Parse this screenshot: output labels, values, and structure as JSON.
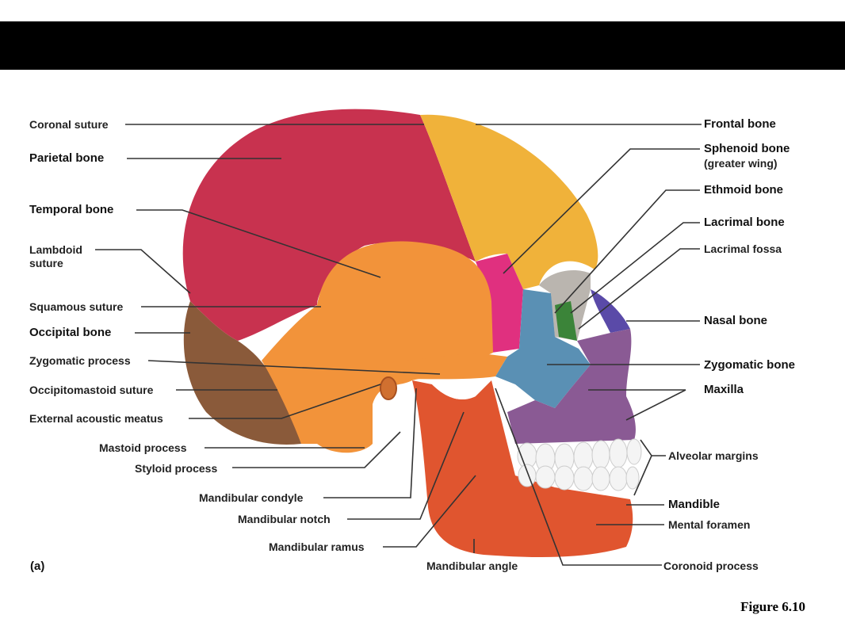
{
  "figure_caption": "Figure 6.10",
  "part_label": "(a)",
  "colors": {
    "parietal": "#c8324f",
    "frontal": "#f0b23a",
    "temporal": "#f2933a",
    "occipital": "#8a5a3a",
    "sphenoid": "#e0307f",
    "zygomatic": "#5a90b4",
    "maxilla": "#8a5a94",
    "nasal": "#5a4aa8",
    "ethmoid": "#3cb44a",
    "mandible": "#e0552f",
    "teeth": "#f4f4f4"
  },
  "labels_left": {
    "coronal_suture": "Coronal suture",
    "parietal_bone": "Parietal bone",
    "temporal_bone": "Temporal bone",
    "lambdoid_suture_1": "Lambdoid",
    "lambdoid_suture_2": "suture",
    "squamous_suture": "Squamous suture",
    "occipital_bone": "Occipital bone",
    "zygomatic_process": "Zygomatic process",
    "occipitomastoid_suture": "Occipitomastoid suture",
    "external_acoustic_meatus": "External acoustic meatus",
    "mastoid_process": "Mastoid process",
    "styloid_process": "Styloid process",
    "mandibular_condyle": "Mandibular condyle",
    "mandibular_notch": "Mandibular notch",
    "mandibular_ramus": "Mandibular ramus",
    "mandibular_angle": "Mandibular angle"
  },
  "labels_right": {
    "frontal_bone": "Frontal bone",
    "sphenoid_bone_1": "Sphenoid bone",
    "sphenoid_bone_2": "(greater wing)",
    "ethmoid_bone": "Ethmoid bone",
    "lacrimal_bone": "Lacrimal bone",
    "lacrimal_fossa": "Lacrimal fossa",
    "nasal_bone": "Nasal bone",
    "zygomatic_bone": "Zygomatic bone",
    "maxilla": "Maxilla",
    "alveolar_margins": "Alveolar margins",
    "mandible": "Mandible",
    "mental_foramen": "Mental foramen",
    "coronoid_process": "Coronoid process"
  }
}
